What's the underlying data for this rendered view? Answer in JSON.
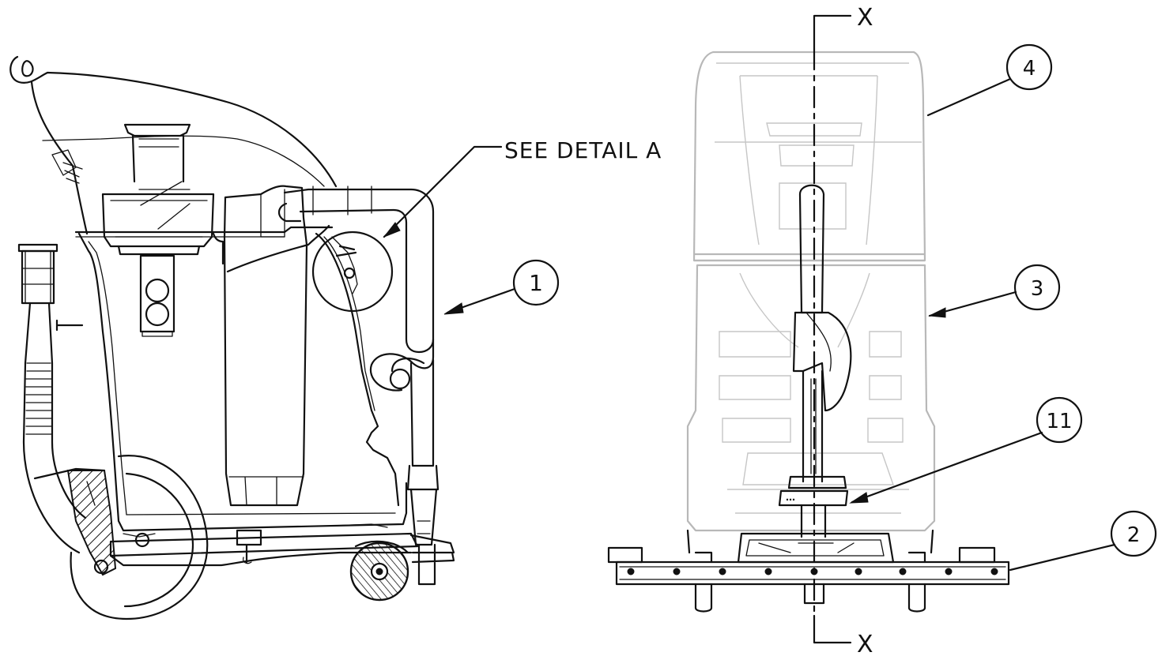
{
  "callouts": {
    "c1": "1",
    "c2": "2",
    "c3": "3",
    "c4": "4",
    "c11": "11"
  },
  "detail_note": "SEE DETAIL A",
  "section": {
    "top": "X",
    "bottom": "X"
  },
  "colors": {
    "ink": "#111111",
    "ghost": "#b8b8b8"
  }
}
